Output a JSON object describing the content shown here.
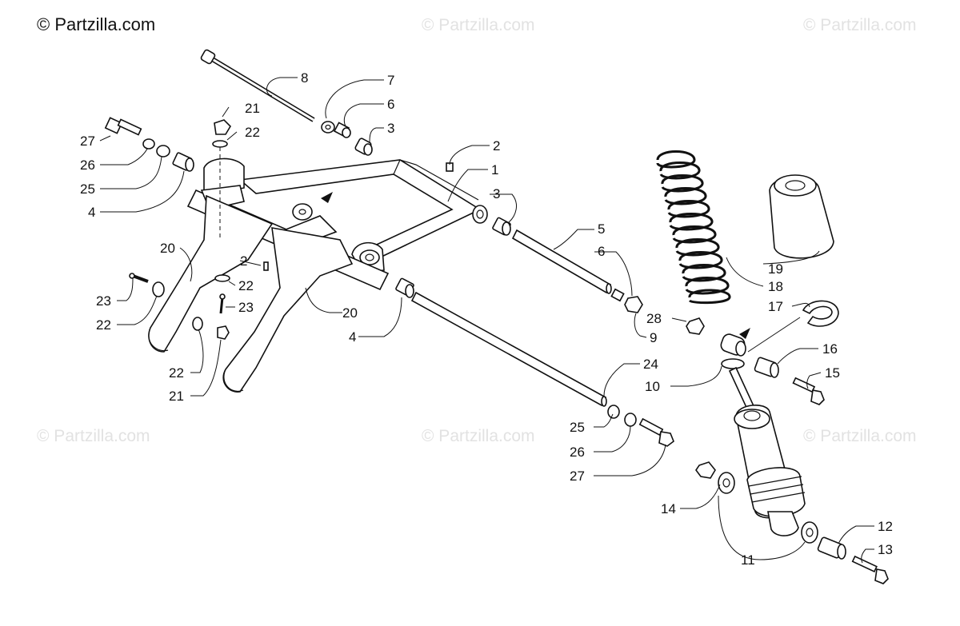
{
  "watermarks": {
    "main": "© Partzilla.com",
    "faint": "© Partzilla.com"
  },
  "labels": {
    "l1": "1",
    "l2a": "2",
    "l2b": "2",
    "l3a": "3",
    "l3b": "3",
    "l4a": "4",
    "l4b": "4",
    "l5": "5",
    "l6a": "6",
    "l6b": "6",
    "l7": "7",
    "l8": "8",
    "l9": "9",
    "l10": "10",
    "l11": "11",
    "l12": "12",
    "l13": "13",
    "l14": "14",
    "l15": "15",
    "l16": "16",
    "l17": "17",
    "l18": "18",
    "l19": "19",
    "l20a": "20",
    "l20b": "20",
    "l21a": "21",
    "l21b": "21",
    "l22a": "22",
    "l22b": "22",
    "l22c": "22",
    "l22d": "22",
    "l23a": "23",
    "l23b": "23",
    "l24": "24",
    "l25a": "25",
    "l25b": "25",
    "l26a": "26",
    "l26b": "26",
    "l27a": "27",
    "l27b": "27",
    "l28": "28"
  }
}
